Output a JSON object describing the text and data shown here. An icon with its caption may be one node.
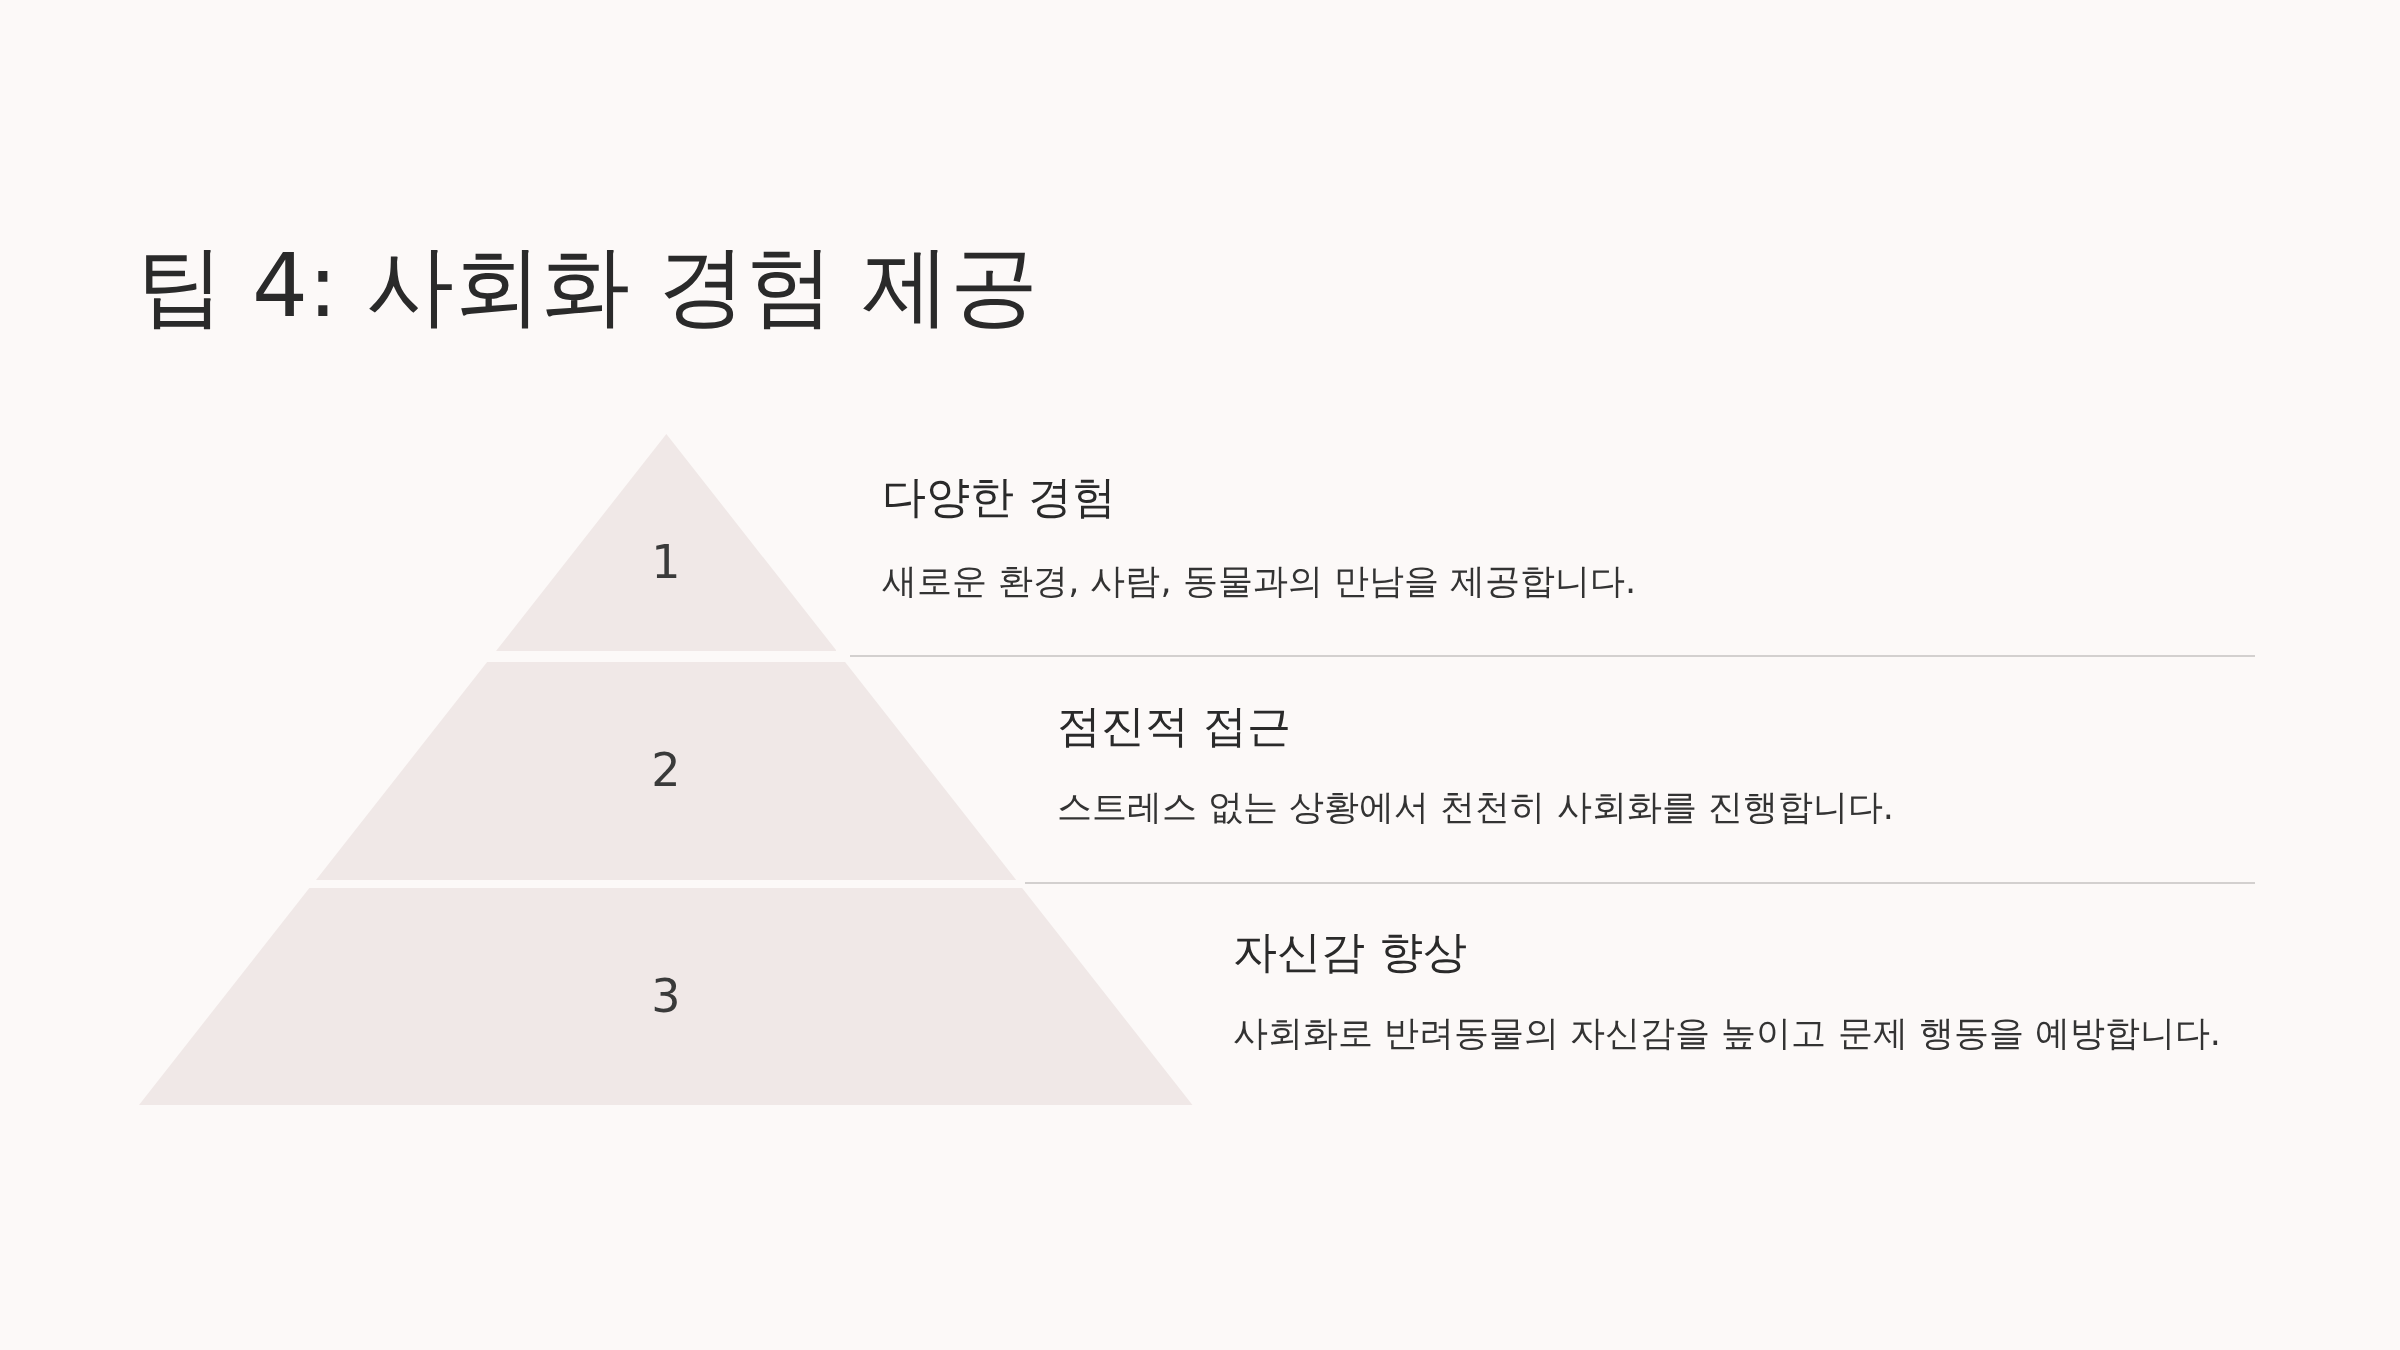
{
  "diagram": {
    "title": "팁 4: 사회화 경험 제공",
    "nodes": [
      {
        "text": [
          "1"
        ],
        "beside": [
          "다양한 경험",
          "새로운 환경, 사람, 동물과의 만남을 제공합니다."
        ]
      },
      {
        "text": [
          "2"
        ],
        "beside": [
          "점진적 접근",
          "스트레스 없는 상황에서 천천히 사회화를 진행합니다."
        ]
      },
      {
        "text": [
          "3"
        ],
        "beside": [
          "자신감 향상",
          "사회화로 반려동물의 자신감을 높이고 문제 행동을 예방합니다."
        ]
      }
    ],
    "edges": []
  }
}
